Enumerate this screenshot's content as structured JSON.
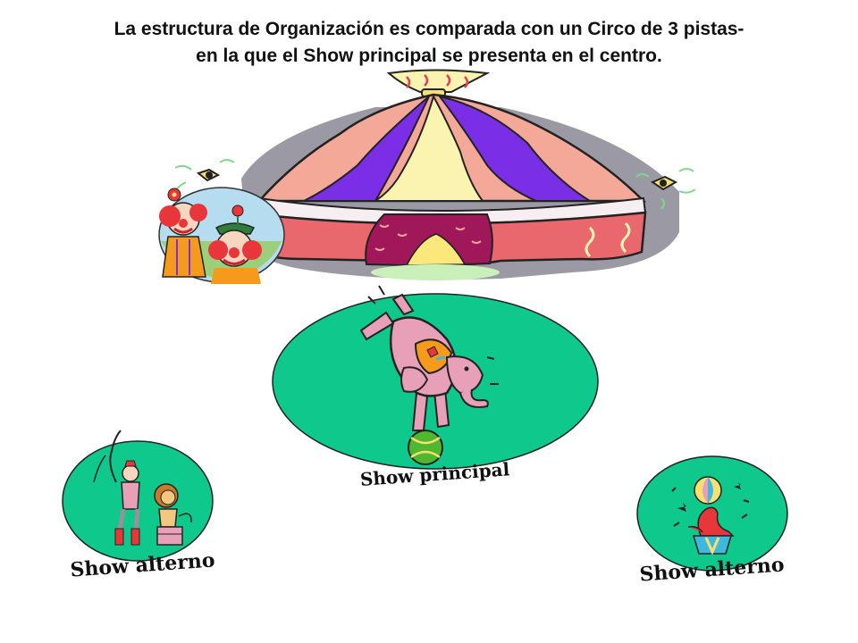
{
  "slide": {
    "title_line1": "La estructura de Organización es comparada con un Circo de 3 pistas-",
    "title_line2": "en la que el Show principal se presenta en el centro."
  },
  "rings": {
    "center_label": "Show principal",
    "left_label": "Show alterno",
    "right_label": "Show alterno"
  },
  "colors": {
    "ring_fill": "#0fc88b",
    "tent_purple": "#7a2fe6",
    "tent_pink": "#f4a898",
    "tent_cream": "#fbf3b0",
    "tent_red": "#e8686e",
    "curtain": "#a0185a",
    "shadow": "#9b9aa4"
  },
  "icons": {
    "tent": "circus-tent-clipart",
    "clowns": "clowns-clipart",
    "elephant": "elephant-on-ball-clipart",
    "tamer": "lion-tamer-clipart",
    "seal": "seal-with-ball-clipart"
  }
}
